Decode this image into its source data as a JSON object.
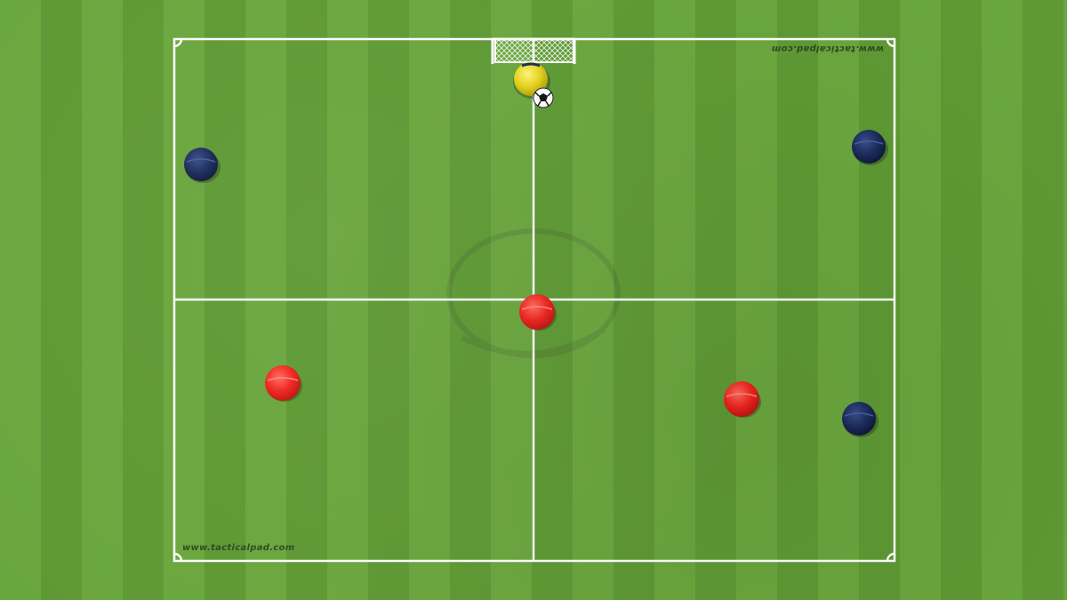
{
  "pitch": {
    "watermark_bottom": "www.tacticalpad.com",
    "watermark_top": "www.tacticalpad.com"
  },
  "colors": {
    "grass_light": "#6aa63e",
    "grass_dark": "#5e9934",
    "line": "#ffffff",
    "team_red": "#e8201c",
    "team_navy": "#1c2c5c",
    "goalkeeper": "#e9d81c"
  },
  "players": [
    {
      "team": "navy",
      "icon": "navy-player-icon"
    },
    {
      "team": "navy",
      "icon": "navy-player-icon"
    },
    {
      "team": "navy",
      "icon": "navy-player-icon"
    },
    {
      "team": "red",
      "icon": "red-player-icon"
    },
    {
      "team": "red",
      "icon": "red-player-icon"
    },
    {
      "team": "red",
      "icon": "red-player-icon"
    },
    {
      "team": "goalkeeper",
      "icon": "goalkeeper-icon"
    }
  ],
  "equipment": [
    "goal-net-icon",
    "soccer-ball-icon"
  ]
}
